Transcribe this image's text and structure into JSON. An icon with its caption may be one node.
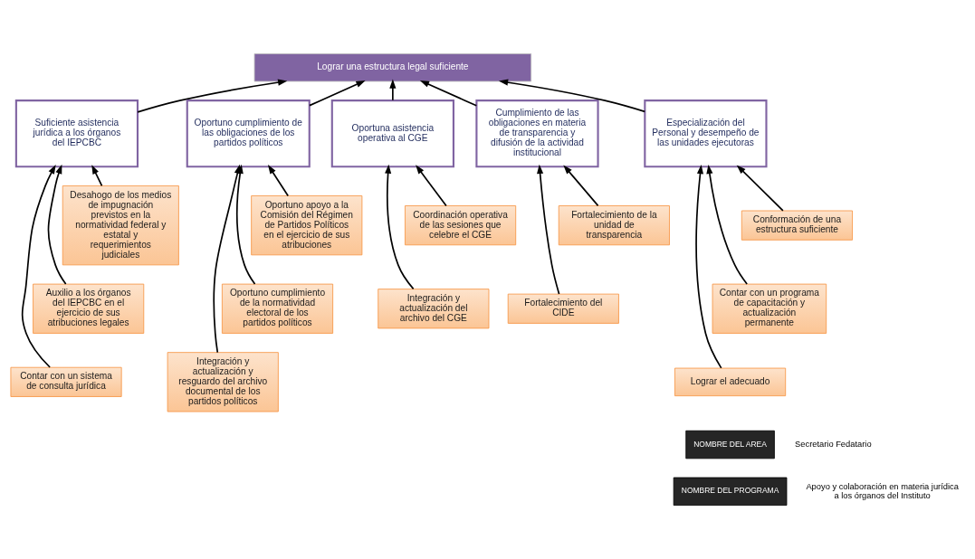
{
  "diagram": {
    "nodes": [
      {
        "text": [
          "Lograr una estructura legal suficiente"
        ]
      },
      {
        "text": [
          "Suficiente asistencia jurídica a los órganos del IEPCBC"
        ]
      },
      {
        "text": [
          "Oportuno cumplimiento de las obligaciones de los partidos políticos"
        ]
      },
      {
        "text": [
          "Oportuna asistencia operativa al CGE"
        ]
      },
      {
        "text": [
          "Cumplimiento de las obligaciones en materia de transparencia y difusión de la actividad institucional"
        ]
      },
      {
        "text": [
          "Especialización del Personal y desempeño de las unidades ejecutoras"
        ]
      },
      {
        "text": [
          "Desahogo de los medios de impugnación previstos en la normatividad federal y estatal y requerimientos judiciales"
        ]
      },
      {
        "text": [
          "Auxilio a los órganos del IEPCBC en el ejercicio de sus atribuciones legales"
        ]
      },
      {
        "text": [
          "Contar con un sistema de consulta jurídica"
        ]
      },
      {
        "text": [
          "Oportuno apoyo a la Comisión del Régimen de Partidos Políticos en el ejercicio de sus atribuciones"
        ]
      },
      {
        "text": [
          "Oportuno cumplimiento de la normatividad electoral de los partidos políticos"
        ]
      },
      {
        "text": [
          "Integración y actualización y resguardo del archivo documental de los partidos políticos"
        ]
      },
      {
        "text": [
          "Coordinación operativa de las sesiones que celebre el CGE"
        ]
      },
      {
        "text": [
          "Integración y actualización del archivo del CGE"
        ]
      },
      {
        "text": [
          "Fortalecimiento de la unidad de transparencia"
        ]
      },
      {
        "text": [
          "Fortalecimiento del CIDE"
        ]
      },
      {
        "text": [
          "Conformación de una estructura suficiente"
        ]
      },
      {
        "text": [
          "Contar con un programa de capacitación y actualización permanente"
        ]
      },
      {
        "text": [
          "Lograr el adecuado"
        ]
      }
    ],
    "edges": [
      {
        "from": 1,
        "to": 0,
        "arrow": "to"
      },
      {
        "from": 2,
        "to": 0,
        "arrow": "to"
      },
      {
        "from": 3,
        "to": 0,
        "arrow": "to"
      },
      {
        "from": 4,
        "to": 0,
        "arrow": "to"
      },
      {
        "from": 5,
        "to": 0,
        "arrow": "to"
      },
      {
        "from": 6,
        "to": 1,
        "arrow": "to"
      },
      {
        "from": 7,
        "to": 1,
        "arrow": "to"
      },
      {
        "from": 8,
        "to": 1,
        "arrow": "to"
      },
      {
        "from": 9,
        "to": 2,
        "arrow": "to"
      },
      {
        "from": 10,
        "to": 2,
        "arrow": "to"
      },
      {
        "from": 11,
        "to": 2,
        "arrow": "to"
      },
      {
        "from": 12,
        "to": 3,
        "arrow": "to"
      },
      {
        "from": 13,
        "to": 3,
        "arrow": "to"
      },
      {
        "from": 14,
        "to": 4,
        "arrow": "to"
      },
      {
        "from": 15,
        "to": 4,
        "arrow": "to"
      },
      {
        "from": 16,
        "to": 5,
        "arrow": "to"
      },
      {
        "from": 17,
        "to": 5,
        "arrow": "to"
      },
      {
        "from": 18,
        "to": 5,
        "arrow": "to"
      }
    ],
    "labels": [
      "NOMBRE DEL AREA",
      "Secretario Fedatario",
      "NOMBRE DEL PROGRAMA",
      "Apoyo y colaboración en materia jurídica a los órganos del Instituto"
    ]
  }
}
